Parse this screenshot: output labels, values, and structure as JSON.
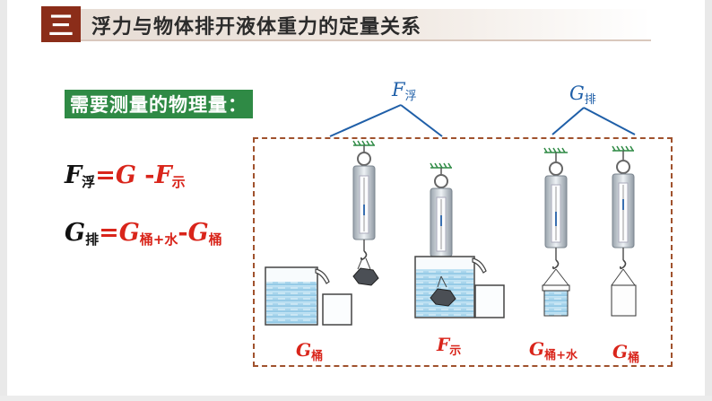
{
  "header": {
    "badge": "三",
    "title": "浮力与物体排开液体重力的定量关系"
  },
  "measure_label": "需要测量的物理量：",
  "equation1": {
    "lhs": "F",
    "lhs_sub": "浮",
    "eq": "=",
    "g": "G",
    "minus": " -",
    "f": "F",
    "f_sub": "示"
  },
  "equation2": {
    "lhs": "G",
    "lhs_sub": "排",
    "eq": "=",
    "g1": "G",
    "g1_sub": "桶+水",
    "minus": "-",
    "g2": "G",
    "g2_sub": "桶"
  },
  "brackets": {
    "f_buoy": {
      "main": "F",
      "sub": "浮"
    },
    "g_disp": {
      "main": "G",
      "sub": "排"
    }
  },
  "bottom_labels": [
    {
      "main": "G",
      "sub": "桶"
    },
    {
      "main": "F",
      "sub": "示"
    },
    {
      "main": "G",
      "sub": "桶+水"
    },
    {
      "main": "G",
      "sub": "桶"
    }
  ],
  "colors": {
    "accent_red": "#d9251b",
    "badge": "#8b2d19",
    "green": "#2f8a45",
    "blue": "#1f5fa8",
    "water": "#a9d6ec"
  }
}
